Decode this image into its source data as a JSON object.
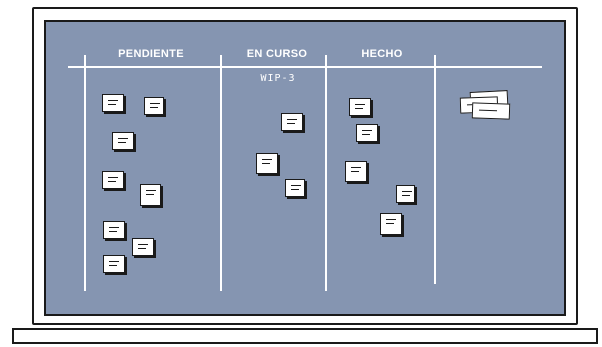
{
  "board": {
    "columns": [
      {
        "id": "pendiente",
        "label": "PENDIENTE"
      },
      {
        "id": "en-curso",
        "label": "EN CURSO"
      },
      {
        "id": "hecho",
        "label": "HECHO"
      },
      {
        "id": "archivo",
        "label": ""
      }
    ],
    "wip_limit_label": "WIP-3"
  },
  "colors": {
    "board": "#8595b1",
    "lines": "#ffffff",
    "note": "#ffffff",
    "outline": "#1a1a1a"
  }
}
